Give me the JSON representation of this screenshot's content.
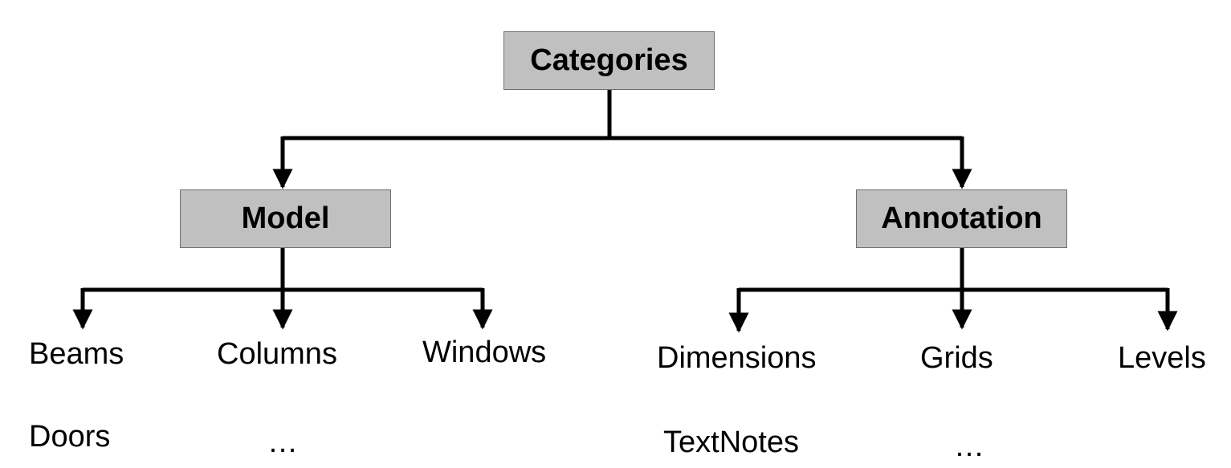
{
  "root": {
    "label": "Categories"
  },
  "branches": [
    {
      "label": "Model",
      "leaves": [
        "Beams",
        "Columns",
        "Windows",
        "Doors",
        "…"
      ]
    },
    {
      "label": "Annotation",
      "leaves": [
        "Dimensions",
        "Grids",
        "Levels",
        "TextNotes",
        "…"
      ]
    }
  ],
  "colors": {
    "box_fill": "#c0c0c0",
    "box_border": "#6f6f6f",
    "line": "#000000"
  }
}
